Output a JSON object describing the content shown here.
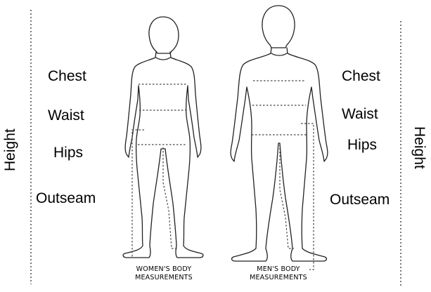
{
  "left_labels": {
    "height": "Height",
    "chest": "Chest",
    "waist": "Waist",
    "hips": "Hips",
    "outseam": "Outseam"
  },
  "right_labels": {
    "height": "Height",
    "chest": "Chest",
    "waist": "Waist",
    "hips": "Hips",
    "outseam": "Outseam"
  },
  "women": {
    "caption_line1": "WOMEN'S BODY",
    "caption_line2": "MEASUREMENTS"
  },
  "men": {
    "caption_line1": "MEN'S BODY",
    "caption_line2": "MEASUREMENTS"
  },
  "colors": {
    "outline": "#222222",
    "dotted": "#444444",
    "text": "#000000"
  }
}
